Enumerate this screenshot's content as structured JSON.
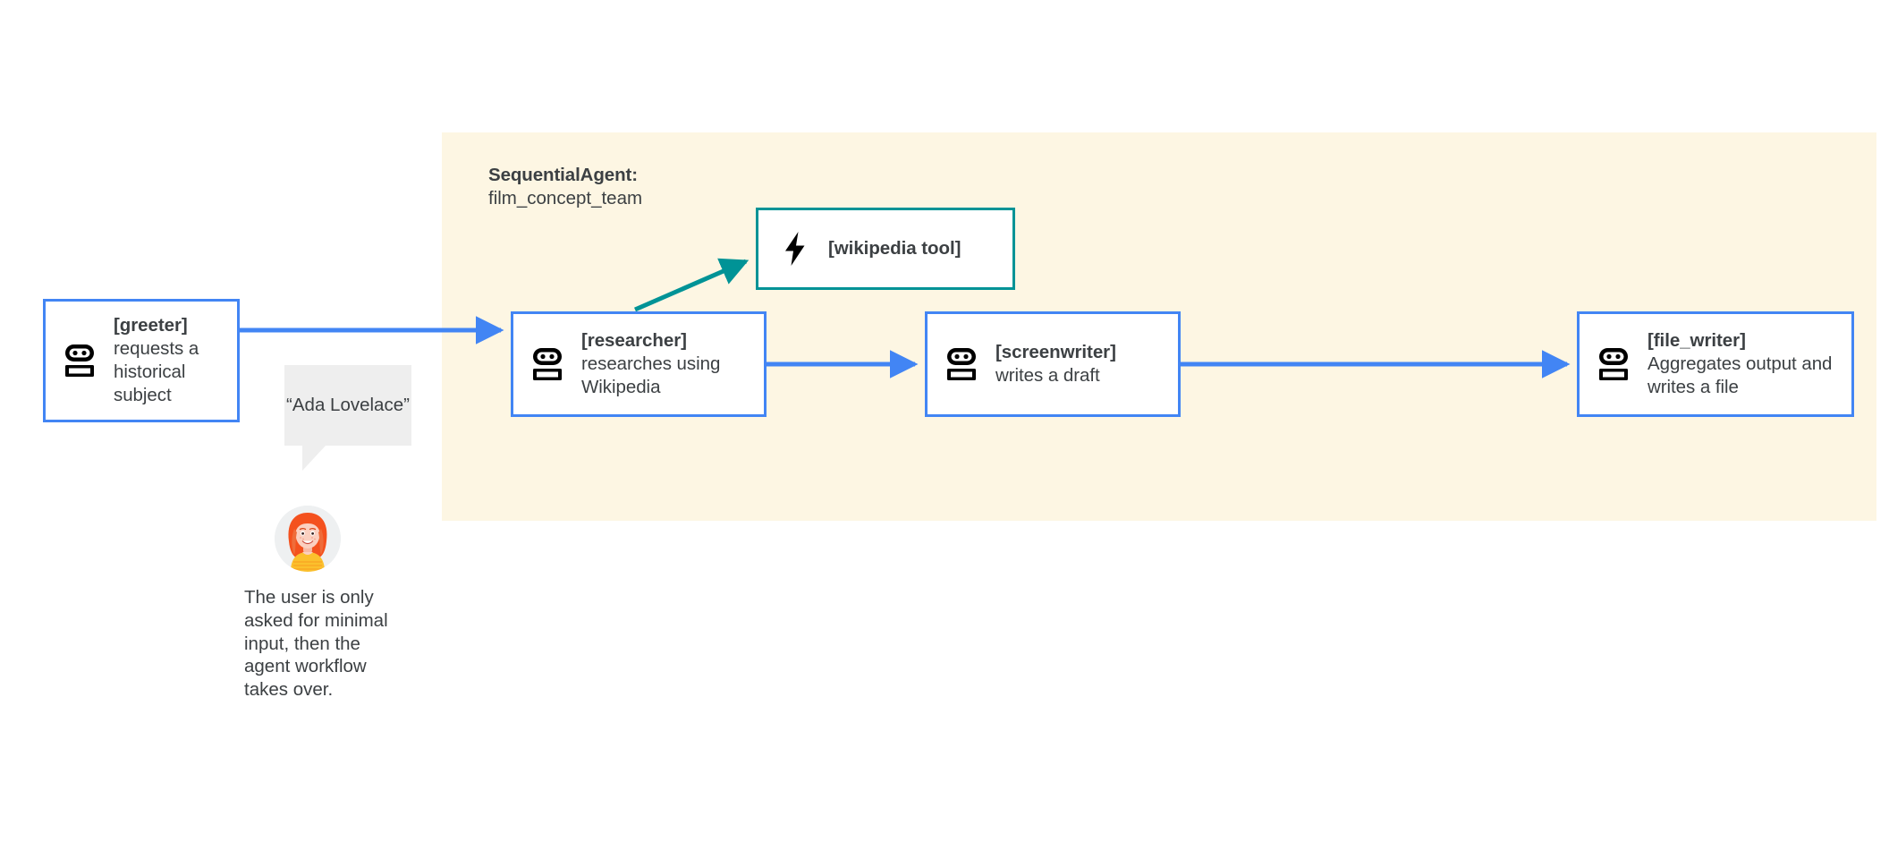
{
  "diagram": {
    "title": "Sequential agent workflow: film_concept_team",
    "colors": {
      "agent_border": "#4285f4",
      "tool_border": "#009396",
      "panel_background": "#fdf6e3",
      "arrow_blue": "#4285f4",
      "arrow_teal": "#009396",
      "bubble_background": "#eeeeee",
      "text": "#3c4043"
    }
  },
  "panel": {
    "type_label": "SequentialAgent:",
    "name_label": "film_concept_team"
  },
  "nodes": [
    {
      "id": "greeter",
      "icon": "robot-icon",
      "name": "[greeter]",
      "description": "requests a historical subject",
      "kind": "agent"
    },
    {
      "id": "researcher",
      "icon": "robot-icon",
      "name": "[researcher]",
      "description": "researches using Wikipedia",
      "kind": "agent"
    },
    {
      "id": "wikipedia_tool",
      "icon": "lightning-bolt-icon",
      "name": "[wikipedia tool]",
      "description": "",
      "kind": "tool"
    },
    {
      "id": "screenwriter",
      "icon": "robot-icon",
      "name": "[screenwriter]",
      "description": "writes a draft",
      "kind": "agent"
    },
    {
      "id": "file_writer",
      "icon": "robot-icon",
      "name": "[file_writer]",
      "description": "Aggregates output and writes a file",
      "kind": "agent"
    }
  ],
  "edges": [
    {
      "from": "greeter",
      "to": "researcher",
      "color": "#4285f4"
    },
    {
      "from": "researcher",
      "to": "wikipedia_tool",
      "color": "#009396"
    },
    {
      "from": "researcher",
      "to": "screenwriter",
      "color": "#4285f4"
    },
    {
      "from": "screenwriter",
      "to": "file_writer",
      "color": "#4285f4"
    }
  ],
  "user": {
    "speech_bubble": "“Ada Lovelace”",
    "avatar": "user-avatar-woman-red-hair",
    "caption": "The user is only asked for minimal input, then the agent workflow takes over."
  }
}
